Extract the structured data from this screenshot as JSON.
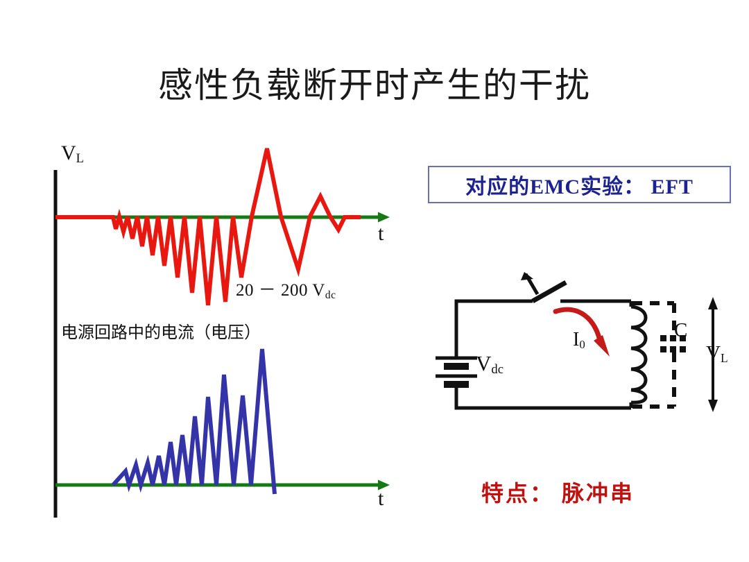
{
  "title": "感性负载断开时产生的干扰",
  "left_chart": {
    "top_plot": {
      "y_axis_label": "V",
      "y_axis_sub": "L",
      "x_axis_label": "t",
      "annotation": "20 － 200 V",
      "annotation_sub": "dc",
      "waveform_color": "#e8170f",
      "axis_color": "#157a15"
    },
    "bottom_plot": {
      "caption": "电源回路中的电流（电压）",
      "x_axis_label": "t",
      "waveform_color": "#3434a8",
      "axis_color": "#157a15"
    },
    "vertical_axis_color": "#111111"
  },
  "emc_box": {
    "text": "对应的EMC实验： EFT",
    "text_color": "#1c2391",
    "border_color": "#6a6fb5"
  },
  "circuit": {
    "source_label": "V",
    "source_sub": "dc",
    "current_label": "I",
    "current_sub": "0",
    "current_arrow_color": "#c51a1a",
    "capacitor_label": "C",
    "voltage_label": "V",
    "voltage_sub": "L",
    "wire_color": "#111111"
  },
  "feature_note": {
    "text": "特点： 脉冲串",
    "color": "#c01010"
  }
}
